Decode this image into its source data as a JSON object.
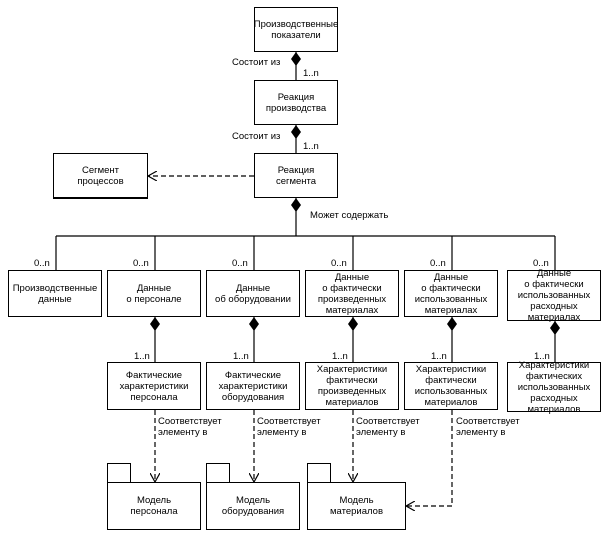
{
  "boxes": {
    "prod_indicators": "Производственные\nпоказатели",
    "prod_response": "Реакция\nпроизводства",
    "segment_response": "Реакция\nсегмента",
    "process_segment": "Сегмент\nпроцессов",
    "prod_data": "Производственные\nданные",
    "personnel_data": "Данные\nо персонале",
    "equipment_data": "Данные\nоб оборудовании",
    "produced_materials_data": "Данные\nо фактически\nпроизведенных\nматериалах",
    "used_materials_data": "Данные\nо фактически\nиспользованных\nматериалах",
    "consumables_data": "Данные\nо фактически\nиспользованных\nрасходных\nматериалах",
    "personnel_chars": "Фактические\nхарактеристики\nперсонала",
    "equipment_chars": "Фактические\nхарактеристики\nоборудования",
    "produced_materials_chars": "Характеристики\nфактически\nпроизведенных\nматериалов",
    "used_materials_chars": "Характеристики\nфактически\nиспользованных\nматериалов",
    "consumables_chars": "Характеристики\nфактических\nиспользованных\nрасходных\nматериалов"
  },
  "packages": {
    "personnel_model": "Модель\nперсонала",
    "equipment_model": "Модель\nоборудования",
    "materials_model": "Модель\nматериалов"
  },
  "labels": {
    "consists_of_1": "Состоит из",
    "consists_of_2": "Состоит из",
    "may_contain": "Может содержать",
    "mult_1n_top1": "1..n",
    "mult_1n_top2": "1..n",
    "mult_0n_prod": "0..n",
    "mult_0n_personnel": "0..n",
    "mult_0n_equipment": "0..n",
    "mult_0n_produced": "0..n",
    "mult_0n_used": "0..n",
    "mult_0n_consumables": "0..n",
    "mult_1n_personnel": "1..n",
    "mult_1n_equipment": "1..n",
    "mult_1n_produced": "1..n",
    "mult_1n_used": "1..n",
    "mult_1n_consumables": "1..n",
    "corresponds_1": "Соответствует\nэлементу в",
    "corresponds_2": "Соответствует\nэлементу в",
    "corresponds_3": "Соответствует\nэлементу в",
    "corresponds_4": "Соответствует\nэлементу в"
  }
}
